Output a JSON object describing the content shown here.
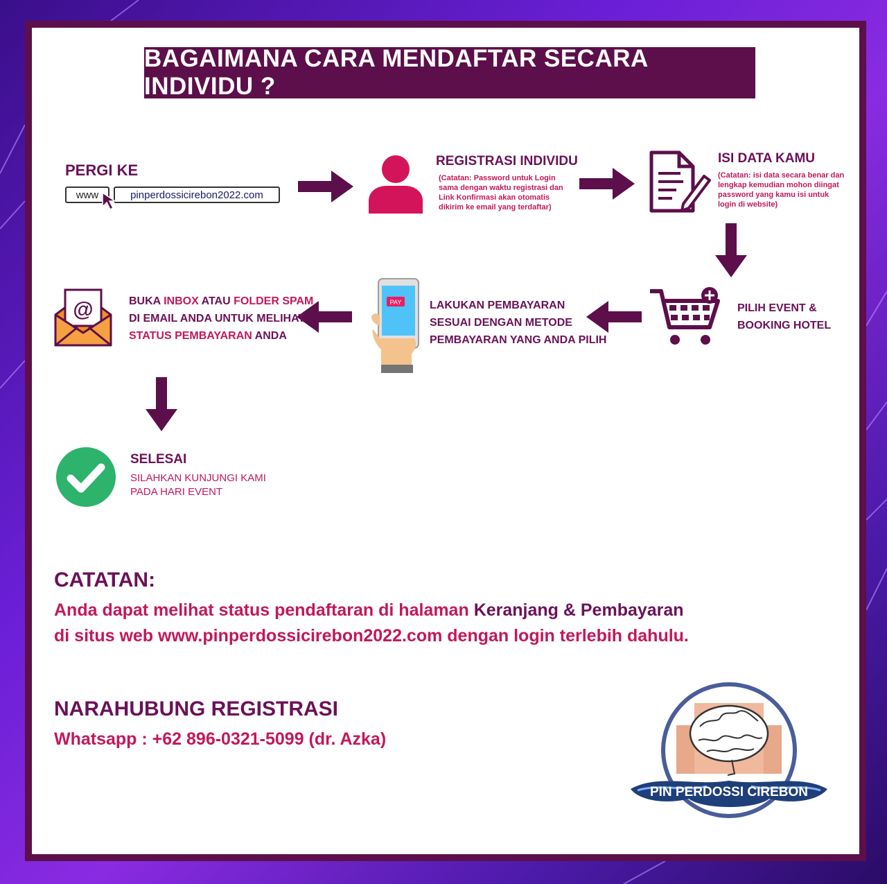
{
  "title": "BAGAIMANA CARA MENDAFTAR SECARA INDIVIDU ?",
  "steps": {
    "go_to": {
      "title": "PERGI KE",
      "www": "www",
      "url": "pinperdossicirebon2022.com"
    },
    "register": {
      "title": "REGISTRASI INDIVIDU",
      "note_lines": [
        "(Catatan: Password untuk Login",
        "sama dengan waktu registrasi dan",
        "Link Konfirmasi akan otomatis",
        "dikirim ke email yang terdaftar)"
      ]
    },
    "fill_data": {
      "title": "ISI DATA KAMU",
      "note_lines": [
        "(Catatan: isi data secara benar dan",
        "lengkap kemudian mohon diingat",
        "password yang kamu isi untuk",
        "login di website)"
      ]
    },
    "choose_event": {
      "line1": "PILIH EVENT &",
      "line2": "BOOKING HOTEL"
    },
    "payment": {
      "line1": "LAKUKAN PEMBAYARAN",
      "line2": "SESUAI DENGAN METODE",
      "line3": "PEMBAYARAN YANG ANDA PILIH",
      "pay_label": "PAY"
    },
    "inbox": {
      "l1a": "BUKA ",
      "l1b": "INBOX",
      "l1c": " ATAU ",
      "l1d": "FOLDER SPAM",
      "line2": "DI EMAIL ANDA UNTUK MELIHAT",
      "l3a": "STATUS PEMBAYARAN",
      "l3b": " ANDA"
    },
    "done": {
      "title": "SELESAI",
      "line1": "SILAHKAN KUNJUNGI KAMI",
      "line2": "PADA HARI EVENT"
    }
  },
  "note": {
    "title": "CATATAN:",
    "line1a": "Anda dapat melihat status pendaftaran di halaman ",
    "line1b": "Keranjang & Pembayaran",
    "line2": "di situs web www.pinperdossicirebon2022.com dengan login terlebih dahulu."
  },
  "contact": {
    "title": "NARAHUBUNG REGISTRASI",
    "line": "Whatsapp  : +62 896-0321-5099 (dr. Azka)"
  },
  "logo": {
    "text": "PIN PERDOSSI CIREBON"
  },
  "colors": {
    "plum": "#5c0f4a",
    "pink": "#c2185b",
    "purple_bg": "#6a1fd6",
    "green": "#2db36b",
    "orange": "#f28c28"
  }
}
